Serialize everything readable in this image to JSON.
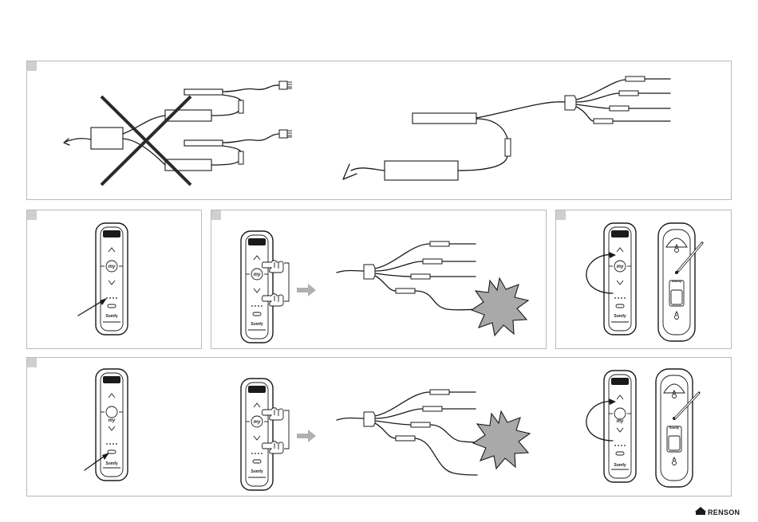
{
  "remote": {
    "my_label": "my",
    "brand_label": "Somfy"
  },
  "footer": {
    "logo_text": "RENSON"
  },
  "colors": {
    "panel_border": "#b9b9b9",
    "step_marker": "#cfcfcf",
    "line": "#1a1a1a",
    "burst": "#a9a9a9",
    "gray_arrow": "#b0b0b0"
  },
  "icons": [
    "cross-icon",
    "hand-pointer-icon",
    "gray-right-arrow-icon",
    "starburst-icon",
    "curved-arrow-icon",
    "pin-tool-icon",
    "renson-logo-icon"
  ]
}
